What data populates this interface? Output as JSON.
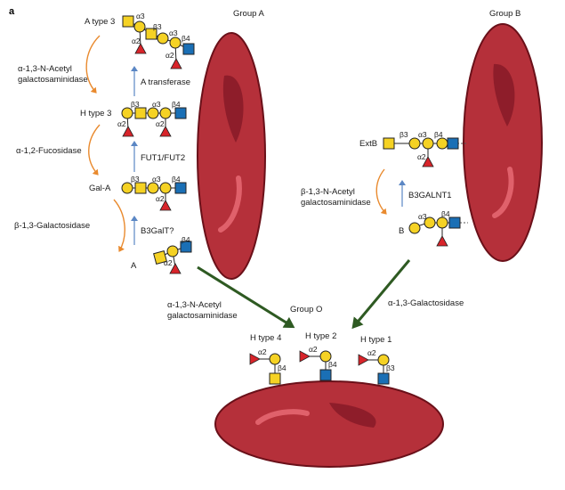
{
  "panel_letter": "a",
  "groups": {
    "a": "Group A",
    "b": "Group B",
    "o": "Group O"
  },
  "structures": {
    "a_type3": "A type 3",
    "h_type3": "H type 3",
    "gal_a": "Gal-A",
    "a": "A",
    "extb": "ExtB",
    "b": "B",
    "h_type4": "H type 4",
    "h_type2": "H type 2",
    "h_type1": "H type 1"
  },
  "enzymes": {
    "galnac_ase_left_1": "α-1,3-N-Acetyl",
    "galnac_ase_left_2": "galactosaminidase",
    "fucosidase": "α-1,2-Fucosidase",
    "b13_galactosidase": "β-1,3-Galactosidase",
    "a_transferase": "A transferase",
    "fut": "FUT1/FUT2",
    "b3galt": "B3GalT?",
    "galnac_ase_b_1": "β-1,3-N-Acetyl",
    "galnac_ase_b_2": "galactosaminidase",
    "b3galnt1": "B3GALNT1",
    "galnac_ase_o_1": "α-1,3-N-Acetyl",
    "galnac_ase_o_2": "galactosaminidase",
    "a13_galactosidase": "α-1,3-Galactosidase"
  },
  "linkages": {
    "a3": "α3",
    "b3": "β3",
    "b4": "β4",
    "a2": "α2"
  },
  "colors": {
    "rbc": "#b5303a",
    "rbc_dark": "#8e1d2a",
    "rbc_highlight": "#e0616b",
    "galactose": "#f5d224",
    "glcnac": "#1a6fb5",
    "fucose": "#d8242a",
    "enzyme_arrow": "#e98a2e",
    "transferase_arrow": "#5b87c4",
    "conversion_arrow": "#2e5a22"
  }
}
